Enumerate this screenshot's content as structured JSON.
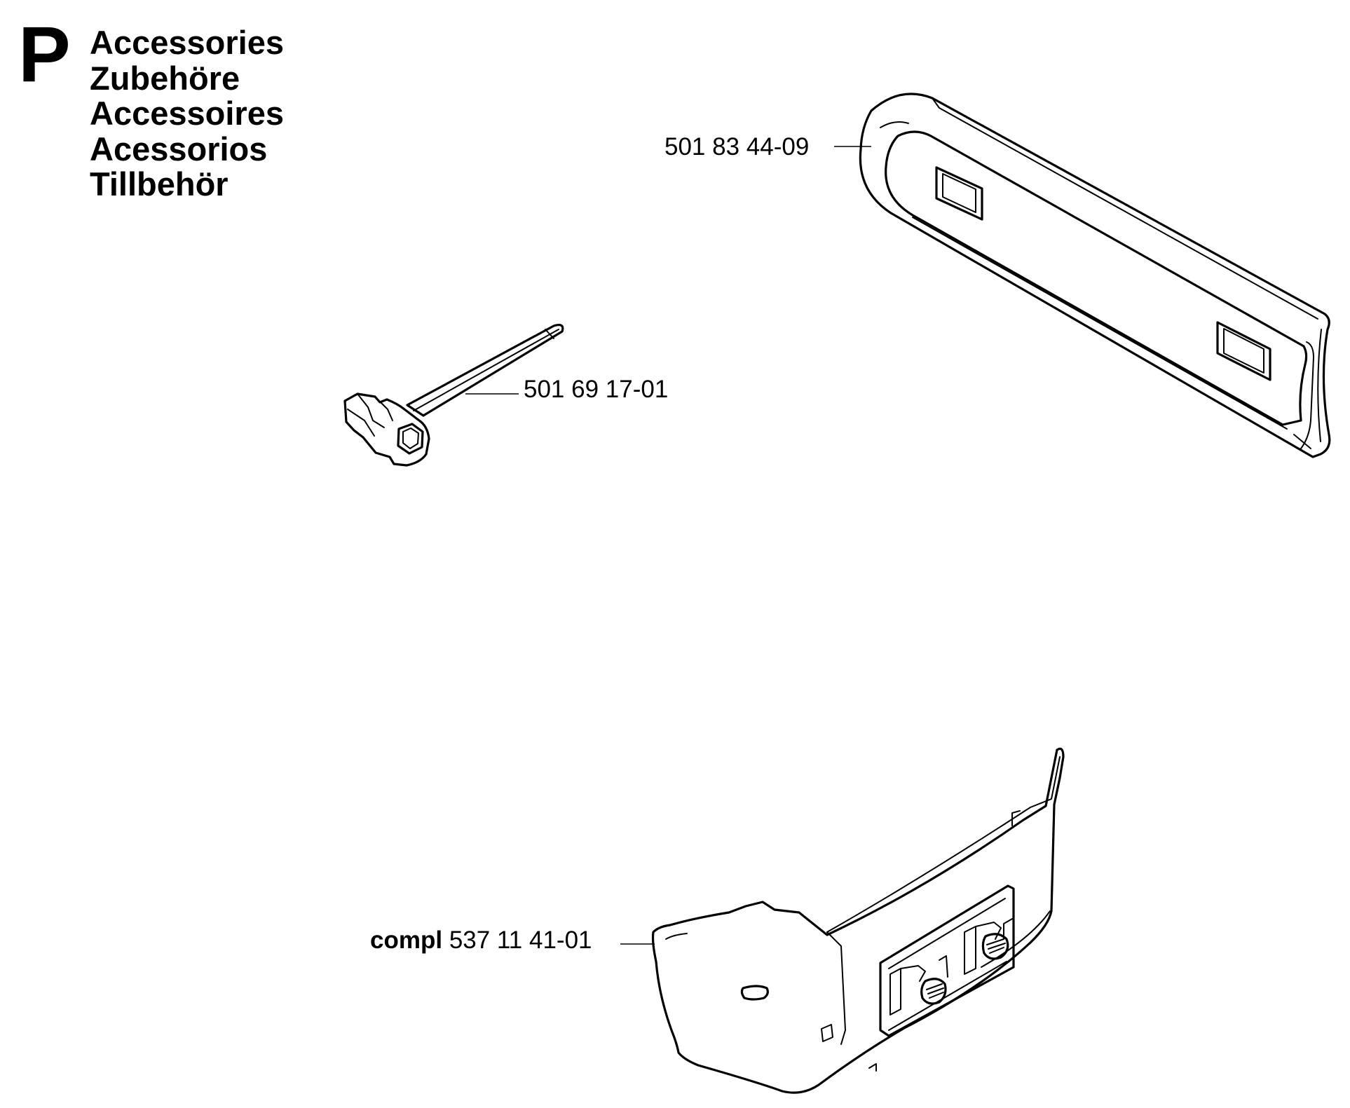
{
  "header": {
    "section_letter": "P",
    "titles": [
      "Accessories",
      "Zubehöre",
      "Accessoires",
      "Acessorios",
      "Tillbehör"
    ]
  },
  "parts": [
    {
      "name": "bar cover",
      "number": "501 83 44-09",
      "prefix": ""
    },
    {
      "name": "spark plug wrench",
      "number": "501 69 17-01",
      "prefix": ""
    },
    {
      "name": "chain cover",
      "number": "537 11 41-01",
      "prefix": "compl"
    }
  ],
  "colors": {
    "line": "#000000",
    "background": "#ffffff"
  }
}
